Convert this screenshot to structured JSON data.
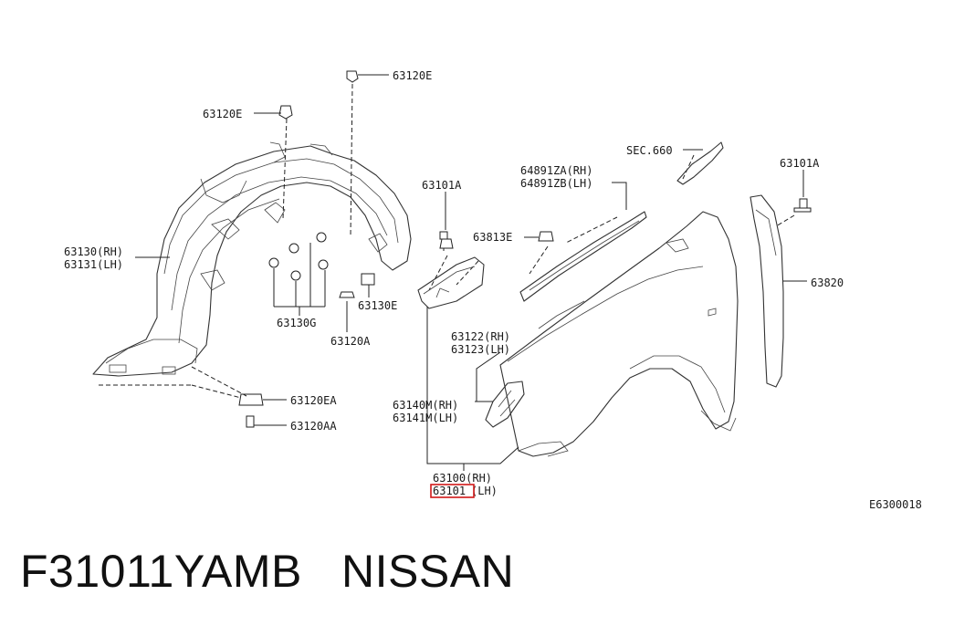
{
  "caption": "F31011YAMB   NISSAN",
  "diagram_code": "E6300018",
  "callouts": {
    "c63120E_top": "63120E",
    "c63120E_left": "63120E",
    "c63130_rh": "63130(RH)",
    "c63131_lh": "63131(LH)",
    "c63130G": "63130G",
    "c63130E": "63130E",
    "c63120A": "63120A",
    "c63120EA": "63120EA",
    "c63120AA": "63120AA",
    "c63101A_mid": "63101A",
    "c63813E": "63813E",
    "c64891ZA": "64891ZA(RH)",
    "c64891ZB": "64891ZB(LH)",
    "cSEC660": "SEC.660",
    "c63101A_right": "63101A",
    "c63820": "63820",
    "c63122_rh": "63122(RH)",
    "c63123_lh": "63123(LH)",
    "c63140M_rh": "63140M(RH)",
    "c63141M_lh": "63141M(LH)",
    "c63100_rh": "63100(RH)",
    "c63101_num": "63101",
    "c63101_side": "(LH)"
  },
  "highlight_part": "63101"
}
